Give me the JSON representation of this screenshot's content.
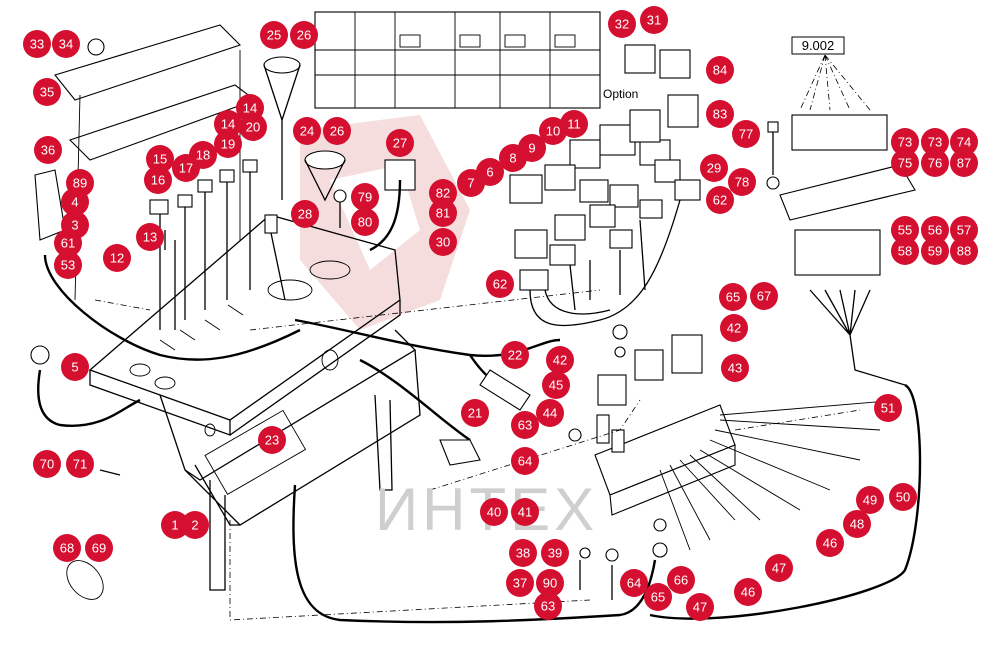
{
  "reference_label": "9.002",
  "option_label": "Option",
  "watermark_text": "ИНТЕХ",
  "colors": {
    "badge": "#d50f2f",
    "watermark": "#e8a0a0"
  },
  "labels": [
    "1",
    "2",
    "3",
    "4",
    "5",
    "6",
    "7",
    "8",
    "9",
    "10",
    "11",
    "12",
    "13",
    "14",
    "15",
    "16",
    "17",
    "18",
    "19",
    "20",
    "21",
    "22",
    "23",
    "24",
    "25",
    "26",
    "27",
    "28",
    "29",
    "30",
    "31",
    "32",
    "33",
    "34",
    "35",
    "36",
    "37",
    "38",
    "39",
    "40",
    "41",
    "42",
    "43",
    "44",
    "45",
    "46",
    "47",
    "48",
    "49",
    "50",
    "51",
    "53",
    "55",
    "56",
    "57",
    "58",
    "59",
    "61",
    "62",
    "63",
    "64",
    "65",
    "66",
    "67",
    "68",
    "69",
    "70",
    "71",
    "73",
    "74",
    "75",
    "76",
    "77",
    "78",
    "79",
    "80",
    "81",
    "82",
    "83",
    "84",
    "87",
    "88",
    "89",
    "90"
  ]
}
